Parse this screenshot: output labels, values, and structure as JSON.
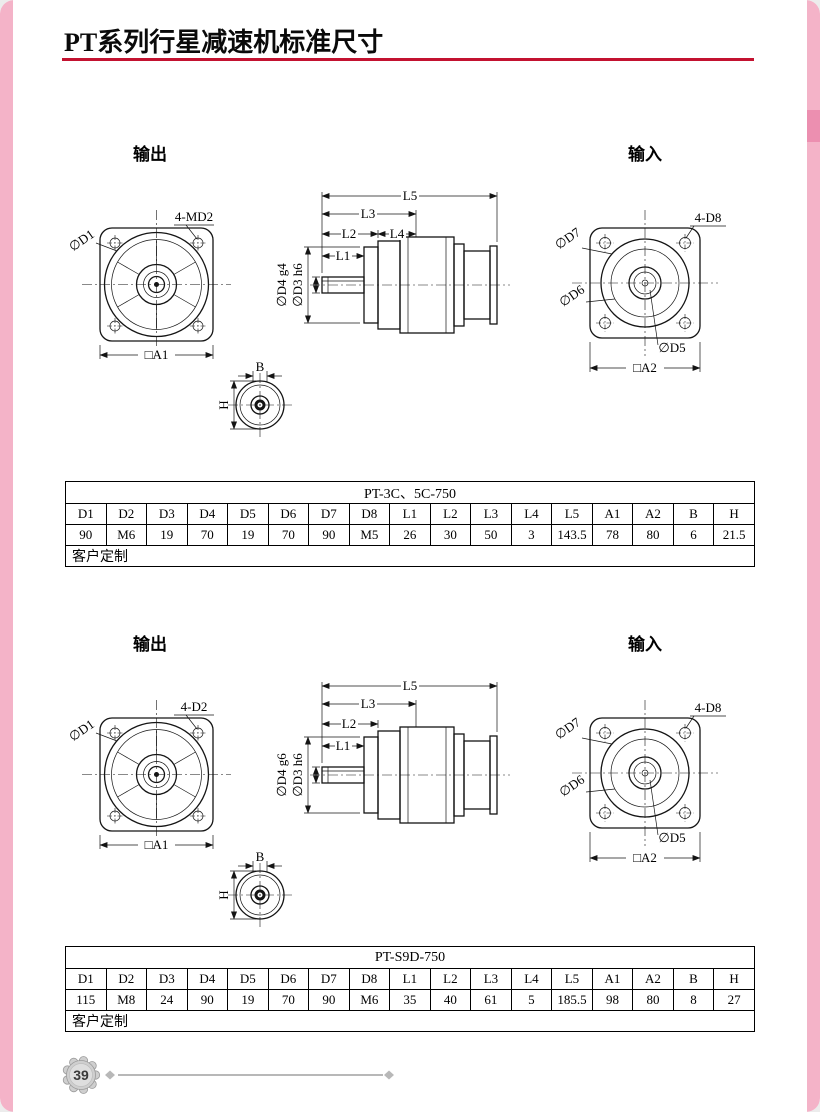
{
  "page": {
    "title": "PT系列行星减速机标准尺寸",
    "page_number": "39"
  },
  "colors": {
    "edge_pink": "#f4b3c8",
    "edge_tab_pink": "#ec8fb0",
    "rule_red": "#c31230"
  },
  "sections": [
    {
      "output_label": "输出",
      "input_label": "输入",
      "front_labels": {
        "bolt_label": "4-MD2",
        "d1_label": "∅D1",
        "a1_label": "□A1"
      },
      "side_labels": {
        "l5": "L5",
        "l3": "L3",
        "l2": "L2",
        "l4": "L4",
        "l1": "L1",
        "d4_label": "∅D4 g4",
        "d3_label": "∅D3 h6"
      },
      "shaft_labels": {
        "b": "B",
        "h": "H"
      },
      "input_labels": {
        "bolt_label": "4-D8",
        "d7_label": "∅D7",
        "d6_label": "∅D6",
        "d5_label": "∅D5",
        "a2_label": "□A2"
      },
      "table": {
        "title": "PT-3C、5C-750",
        "headers": [
          "D1",
          "D2",
          "D3",
          "D4",
          "D5",
          "D6",
          "D7",
          "D8",
          "L1",
          "L2",
          "L3",
          "L4",
          "L5",
          "A1",
          "A2",
          "B",
          "H"
        ],
        "values": [
          "90",
          "M6",
          "19",
          "70",
          "19",
          "70",
          "90",
          "M5",
          "26",
          "30",
          "50",
          "3",
          "143.5",
          "78",
          "80",
          "6",
          "21.5"
        ],
        "footer": "客户定制"
      }
    },
    {
      "output_label": "输出",
      "input_label": "输入",
      "front_labels": {
        "bolt_label": "4-D2",
        "d1_label": "∅D1",
        "a1_label": "□A1"
      },
      "side_labels": {
        "l5": "L5",
        "l3": "L3",
        "l2": "L2",
        "l1": "L1",
        "d4_label": "∅D4 g6",
        "d3_label": "∅D3 h6"
      },
      "shaft_labels": {
        "b": "B",
        "h": "H"
      },
      "input_labels": {
        "bolt_label": "4-D8",
        "d7_label": "∅D7",
        "d6_label": "∅D6",
        "d5_label": "∅D5",
        "a2_label": "□A2"
      },
      "table": {
        "title": "PT-S9D-750",
        "headers": [
          "D1",
          "D2",
          "D3",
          "D4",
          "D5",
          "D6",
          "D7",
          "D8",
          "L1",
          "L2",
          "L3",
          "L4",
          "L5",
          "A1",
          "A2",
          "B",
          "H"
        ],
        "values": [
          "115",
          "M8",
          "24",
          "90",
          "19",
          "70",
          "90",
          "M6",
          "35",
          "40",
          "61",
          "5",
          "185.5",
          "98",
          "80",
          "8",
          "27"
        ],
        "footer": "客户定制"
      }
    }
  ]
}
